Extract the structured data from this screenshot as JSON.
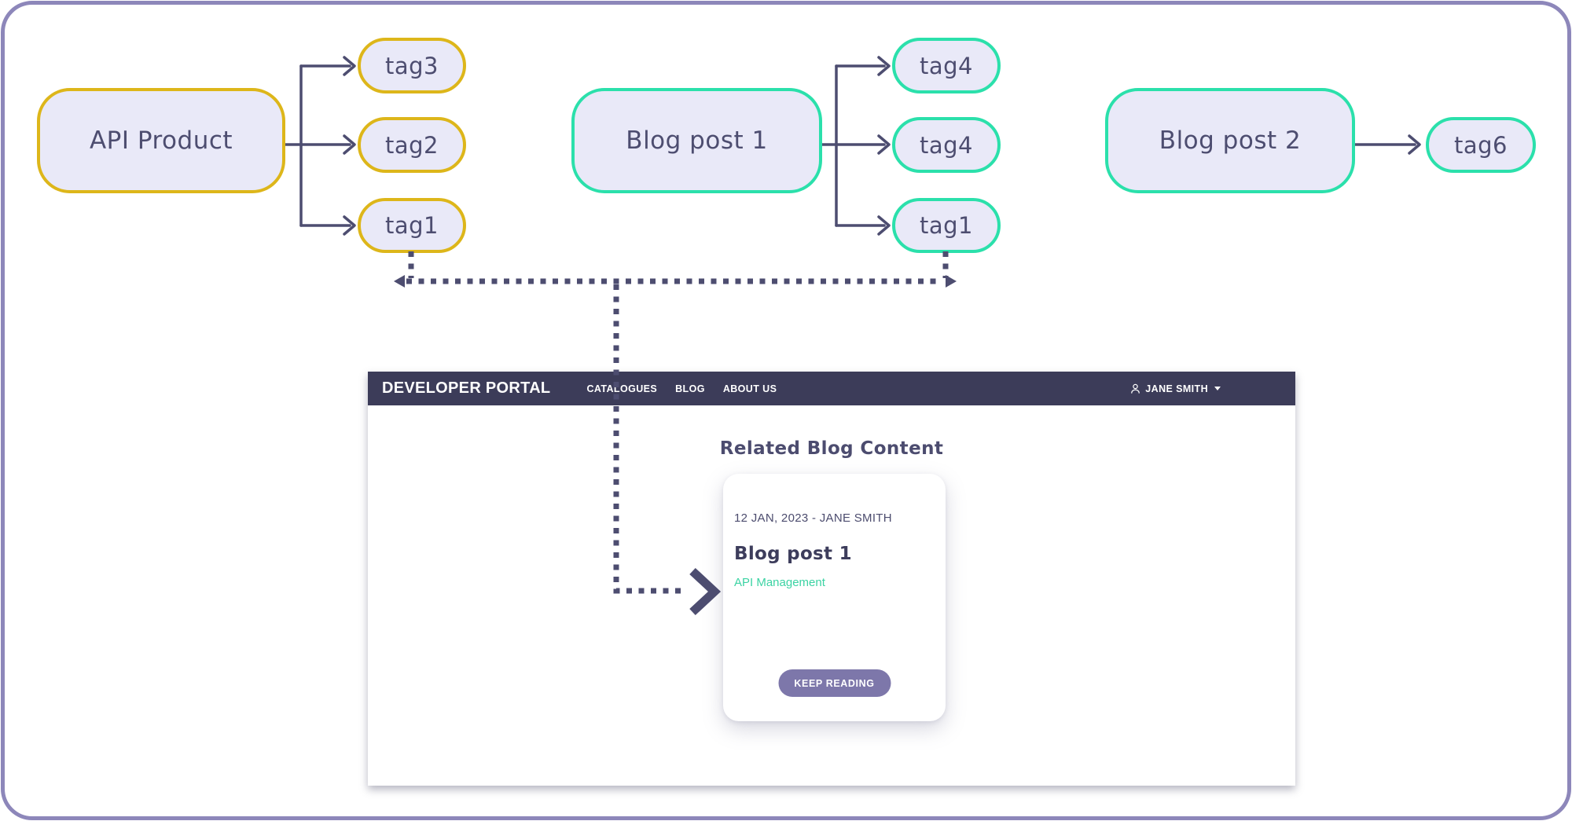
{
  "diagram": {
    "api_product_label": "API Product",
    "left_tags": [
      "tag3",
      "tag2",
      "tag1"
    ],
    "blog_post_1_label": "Blog post 1",
    "mid_tags": [
      "tag4",
      "tag4",
      "tag1"
    ],
    "blog_post_2_label": "Blog post 2",
    "right_tags": [
      "tag6"
    ]
  },
  "portal": {
    "brand": "DEVELOPER PORTAL",
    "nav_items": [
      "CATALOGUES",
      "BLOG",
      "ABOUT US"
    ],
    "user_name": "JANE SMITH",
    "section_title": "Related Blog Content",
    "card": {
      "meta": "12 JAN, 2023 - JANE SMITH",
      "title": "Blog post 1",
      "tag": "API Management",
      "button_label": "KEEP READING"
    }
  },
  "colors": {
    "accent_yellow": "#ddb61a",
    "accent_teal": "#2be0ab",
    "node_fill": "#e9e9f8",
    "ink": "#4d4d70",
    "navbar_bg": "#3c3c59",
    "button_bg": "#7d77aa",
    "tag_link_text": "#3bd3a3",
    "frame_border": "#8d87ba"
  }
}
